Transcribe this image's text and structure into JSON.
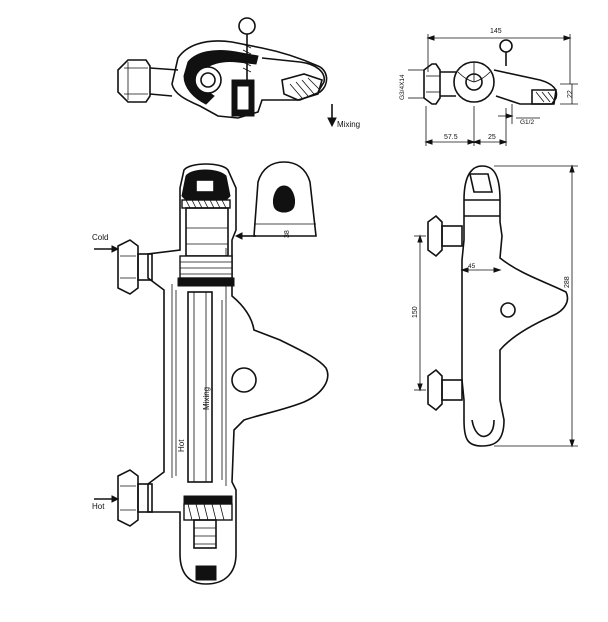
{
  "labels": {
    "mixing_top": "Mixing",
    "cold": "Cold",
    "hot_left": "Hot",
    "hot_vertical": "Hot",
    "mixing_vertical": "Mixing",
    "width_38": "38"
  },
  "dimensions": {
    "d145": "145",
    "g34": "G3/4X14",
    "d22": "22",
    "g12": "G1/2",
    "d575": "57.5",
    "d25": "25",
    "d45": "45",
    "d150": "150",
    "d288": "288"
  },
  "colors": {
    "line": "#111111",
    "background": "#ffffff"
  }
}
